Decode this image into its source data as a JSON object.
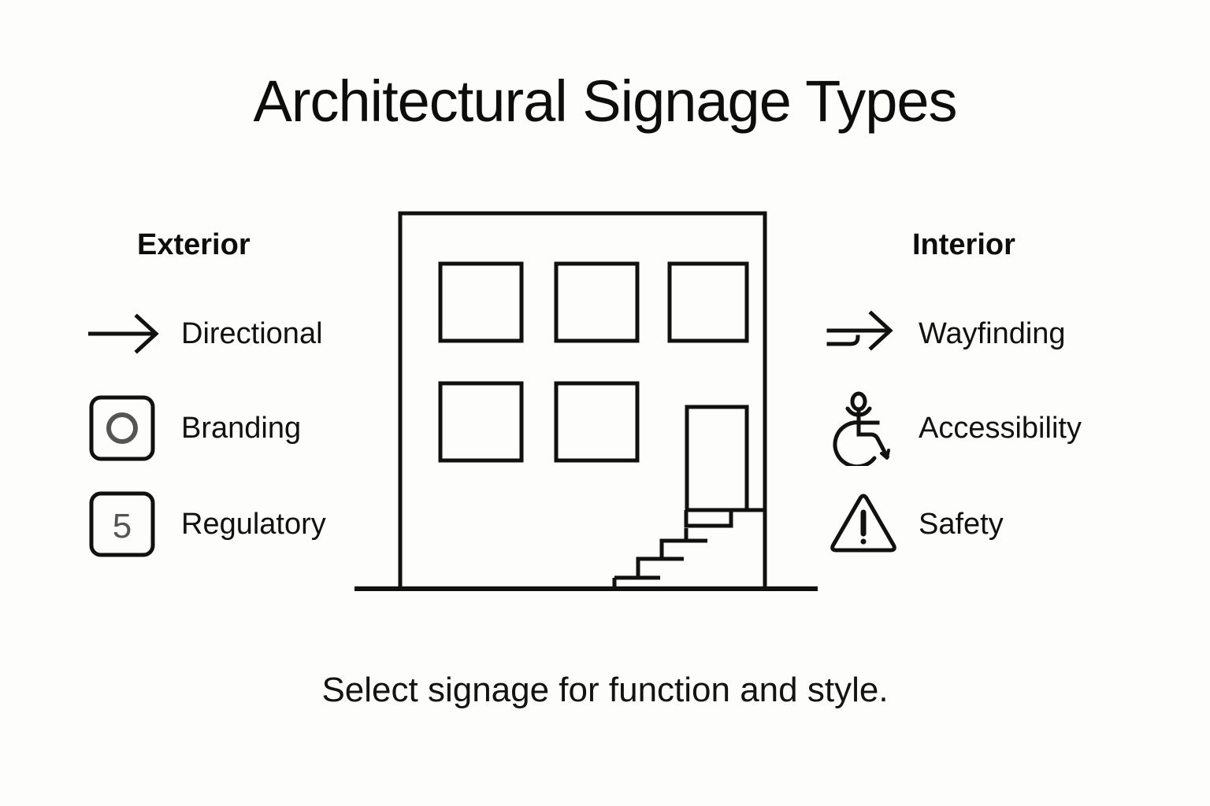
{
  "title": "Architectural Signage Types",
  "caption": "Select signage for function and style.",
  "colors": {
    "background": "#fdfdfb",
    "ink": "#111111",
    "title_ink": "#0d0d0d",
    "icon_accent_gray": "#555555"
  },
  "columns": {
    "left": {
      "heading": "Exterior",
      "items": [
        {
          "label": "Directional",
          "icon": "arrow-right-icon"
        },
        {
          "label": "Branding",
          "icon": "rounded-square-circle-icon",
          "badge": ""
        },
        {
          "label": "Regulatory",
          "icon": "rounded-square-number-icon",
          "badge": "5"
        }
      ]
    },
    "right": {
      "heading": "Interior",
      "items": [
        {
          "label": "Wayfinding",
          "icon": "double-arrow-right-icon"
        },
        {
          "label": "Accessibility",
          "icon": "wheelchair-icon"
        },
        {
          "label": "Safety",
          "icon": "warning-triangle-icon"
        }
      ]
    }
  },
  "illustration": {
    "name": "building-facade-with-stairs",
    "elements": {
      "facade": "building-outline",
      "windows_top_row": 3,
      "windows_bottom_row": 2,
      "door": "entrance-door",
      "stairs": "entrance-stairs",
      "ground": "ground-line"
    }
  }
}
